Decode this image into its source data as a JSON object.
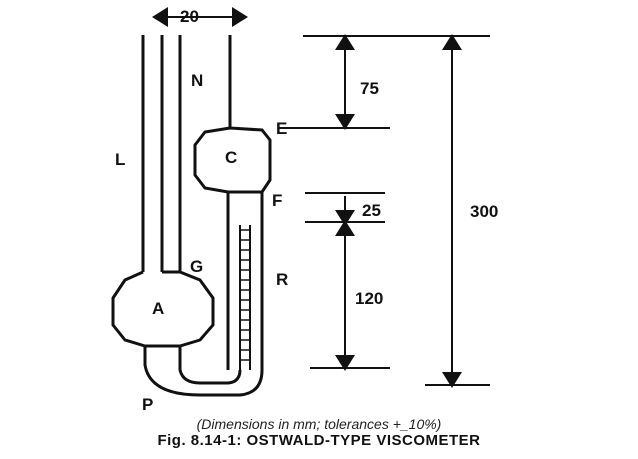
{
  "labels": {
    "N": "N",
    "L": "L",
    "C": "C",
    "E": "E",
    "F": "F",
    "G": "G",
    "R": "R",
    "A": "A",
    "P": "P"
  },
  "dimensions": {
    "width": "20",
    "d75": "75",
    "d25": "25",
    "d120": "120",
    "d300": "300"
  },
  "caption": {
    "note": "(Dimensions in mm; tolerances +_10%)",
    "title": "Fig. 8.14-1: OSTWALD-TYPE VISCOMETER"
  }
}
